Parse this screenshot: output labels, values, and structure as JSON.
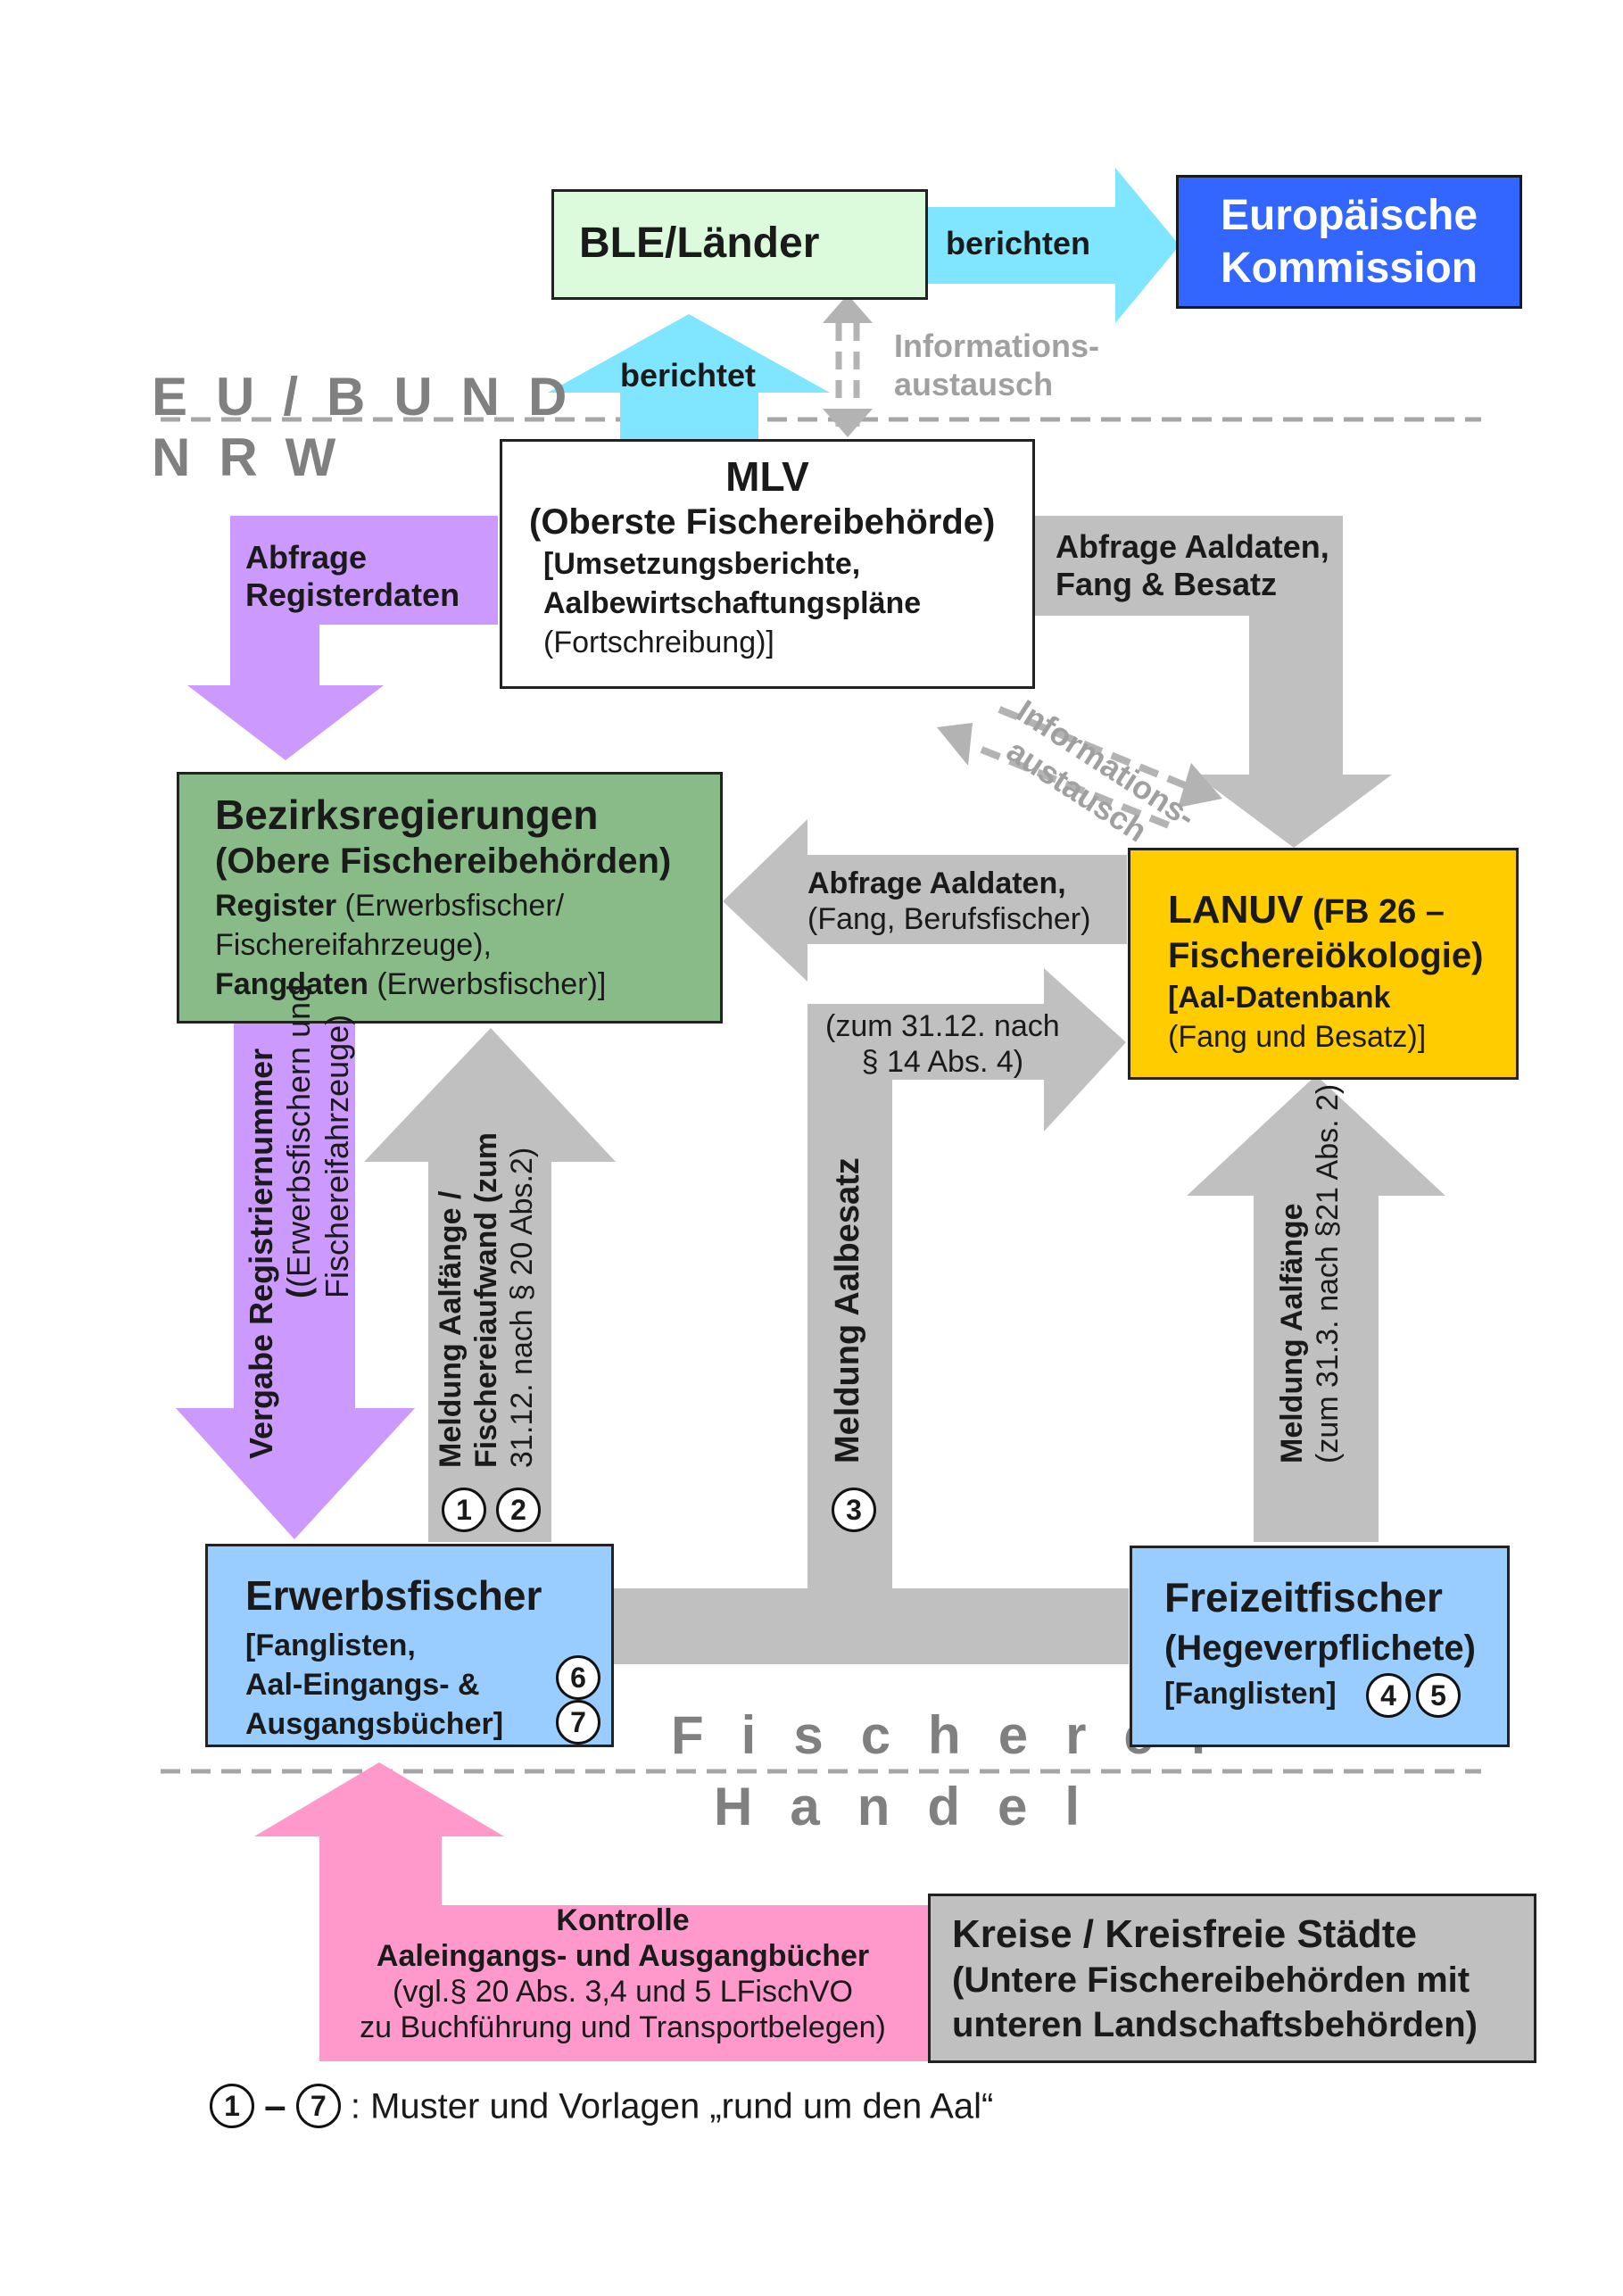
{
  "nodes": {
    "ble": {
      "title": "BLE/Länder"
    },
    "ek": {
      "line1": "Europäische",
      "line2": "Kommission"
    },
    "mlv": {
      "title": "MLV",
      "subtitle": "(Oberste Fischereibehörde)",
      "detail1": "[Umsetzungsberichte,",
      "detail2": "Aalbewirtschaftungspläne",
      "detail3": "(Fortschreibung)]"
    },
    "bez": {
      "title": "Bezirksregierungen",
      "subtitle": "(Obere Fischereibehörden)",
      "reg_bold": "Register",
      "reg_rest": " (Erwerbsfischer/",
      "line3": "Fischereifahrzeuge),",
      "fang_bold": "Fangdaten",
      "fang_rest": " (Erwerbsfischer)]"
    },
    "lanuv": {
      "title_bold": "LANUV",
      "title_rest": " (FB 26 –",
      "line2": "Fischereiökologie)",
      "line3": "[Aal-Datenbank",
      "line4": "(Fang und Besatz)]"
    },
    "erwerb": {
      "title": "Erwerbsfischer",
      "line2": "[Fanglisten,",
      "line3": "Aal-Eingangs- &",
      "line4": "Ausgangsbücher]"
    },
    "freizeit": {
      "title": "Freizeitfischer",
      "line2": "(Hegeverpflichete)",
      "line3": "[Fanglisten]"
    },
    "kreise": {
      "line1": "Kreise / Kreisfreie Städte",
      "line2": "(Untere Fischereibehörden mit",
      "line3": "unteren Landschaftsbehörden)"
    }
  },
  "arrows": {
    "berichten": "berichten",
    "berichtet": "berichtet",
    "info1_line1": "Informations-",
    "info1_line2": "austausch",
    "info2_line1": "Informations-",
    "info2_line2": "austausch",
    "abfrage_reg_1": "Abfrage",
    "abfrage_reg_2": "Registerdaten",
    "abfrage_aal_1": "Abfrage Aaldaten,",
    "abfrage_aal_2": "Fang & Besatz",
    "abfrage_fang_1": "Abfrage Aaldaten,",
    "abfrage_fang_2": "(Fang, Berufsfischer)",
    "zum_1": "(zum 31.12. nach",
    "zum_2": "§ 14 Abs. 4)",
    "vergabe_1": "Vergabe Registriernummer",
    "vergabe_2": "(Erwerbsfischern und",
    "vergabe_3": "Fischereifahrzeuge)",
    "meld_aalf_1": "Meldung Aalfänge /",
    "meld_aalf_2": "Fischereiaufwand (zum",
    "meld_aalf_3": "31.12. nach § 20 Abs.2)",
    "meld_besatz": "Meldung Aalbesatz",
    "meld_frei_1": "Meldung Aalfänge",
    "meld_frei_2": "(zum 31.3. nach §21 Abs. 2)",
    "kontrolle_1": "Kontrolle",
    "kontrolle_2": "Aaleingangs- und  Ausgangbücher",
    "kontrolle_3": "(vgl.§ 20 Abs. 3,4 und 5 LFischVO",
    "kontrolle_4": "zu Buchführung und Transportbelegen)"
  },
  "separators": {
    "eu_bund": "EU/BUND",
    "nrw": "NRW",
    "fischerei": "Fischerei",
    "handel": "Handel"
  },
  "badges": [
    "1",
    "2",
    "3",
    "4",
    "5",
    "6",
    "7"
  ],
  "legend": {
    "from": "1",
    "to": "7",
    "dash": "–",
    "text": ": Muster und Vorlagen „rund um den Aal“"
  },
  "colors": {
    "ble_fill": "#dcfadc",
    "ek_fill": "#3366ff",
    "bez_fill": "#88bb88",
    "lanuv_fill": "#ffcc00",
    "fisher_fill": "#99ccff",
    "kreise_fill": "#c0c0c0",
    "cyan_arrow": "#80e6ff",
    "purple_arrow": "#cc99ff",
    "gray_arrow": "#c0c0c0",
    "pink_arrow": "#ff99cc"
  }
}
